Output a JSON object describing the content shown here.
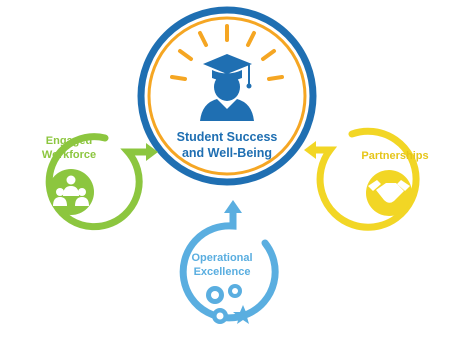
{
  "center": {
    "line1": "Student Success",
    "line2": "and Well-Being",
    "icon": "graduate-icon",
    "ring_color": "#1f6fb2",
    "accent_color": "#f5a623"
  },
  "nodes": {
    "engaged": {
      "line1": "Engaged",
      "line2": "Workforce",
      "icon": "people-icon",
      "color": "#8cc63f"
    },
    "partnerships": {
      "line1": "Partnerships",
      "icon": "handshake-icon",
      "color": "#f2d625"
    },
    "operational": {
      "line1": "Operational",
      "line2": "Excellence",
      "icon": "gears-icon",
      "color": "#5aaee0"
    }
  }
}
